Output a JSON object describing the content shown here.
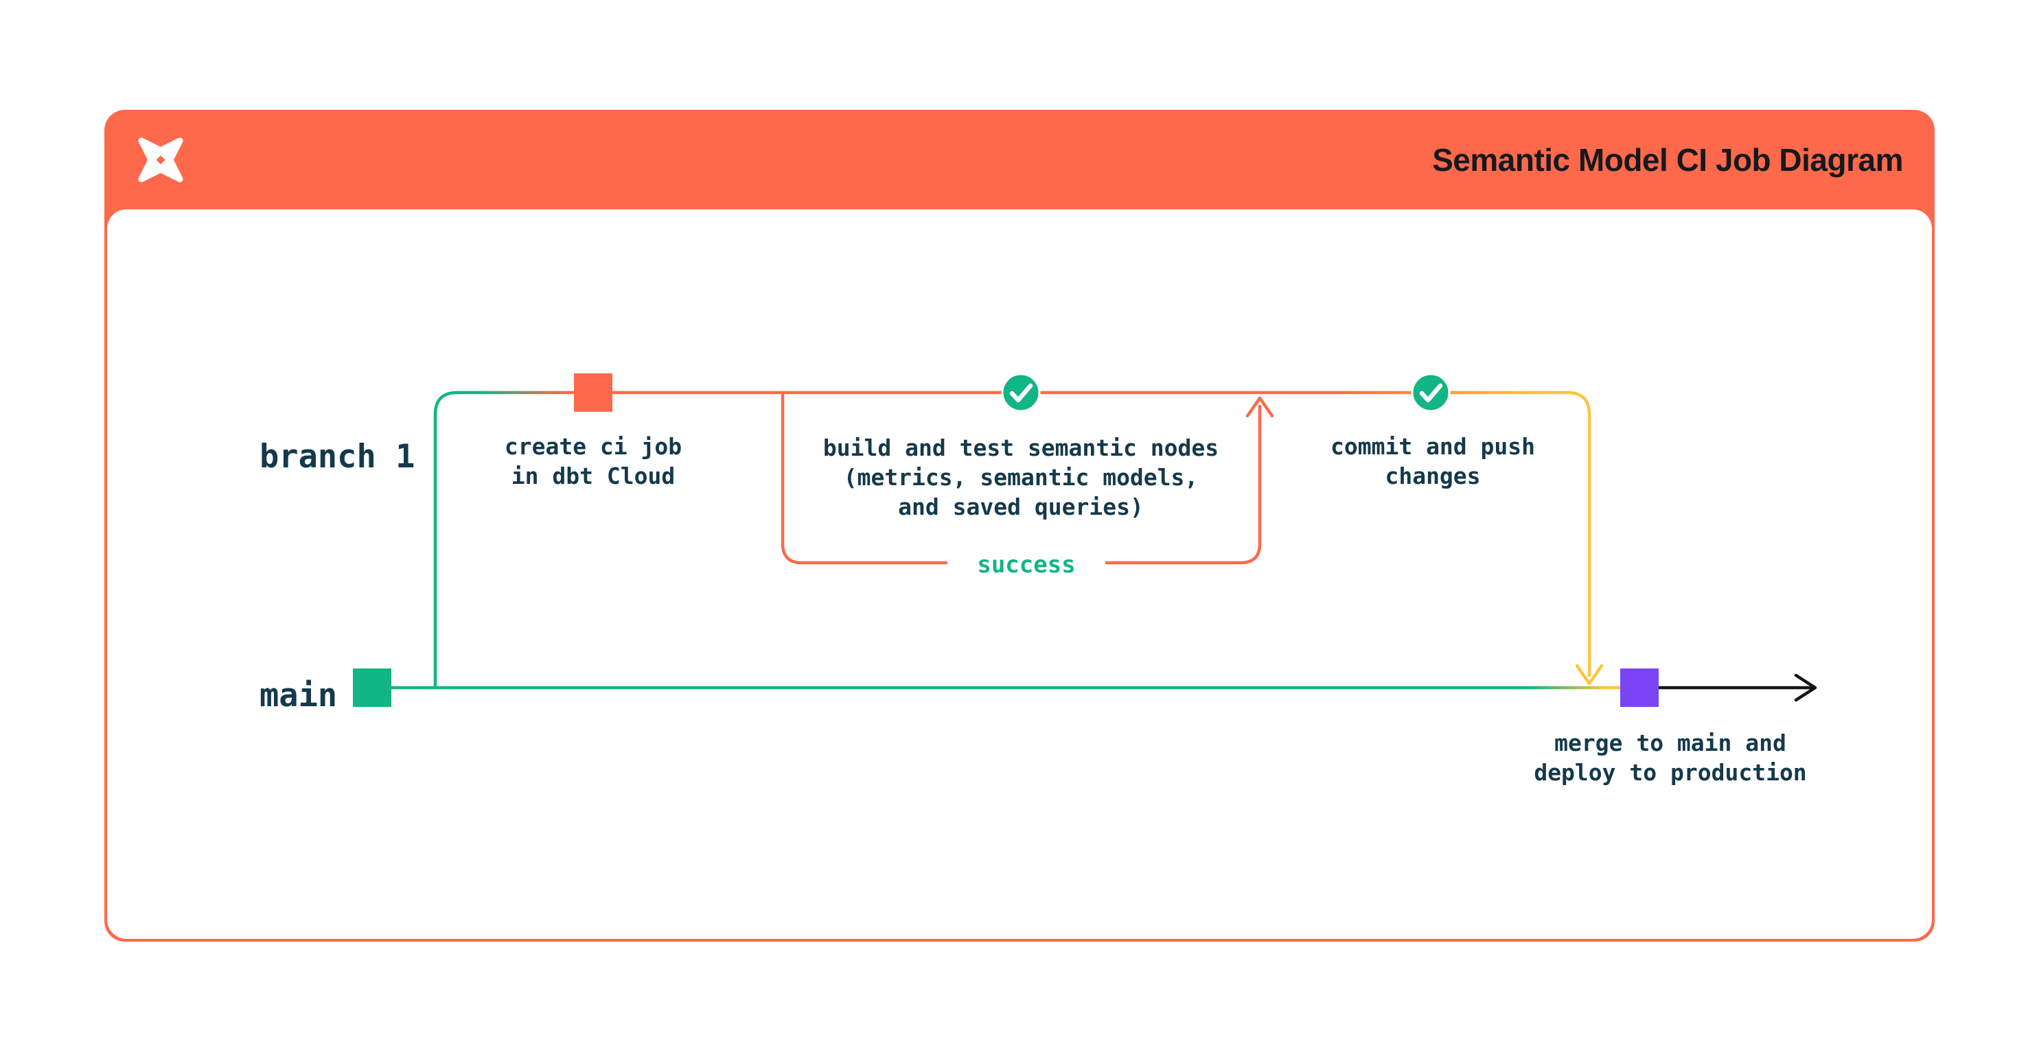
{
  "header": {
    "title": "Semantic Model CI Job Diagram",
    "logo": "dbt-logo"
  },
  "colors": {
    "orange": "#FF694B",
    "green": "#12B584",
    "yellow": "#FFC53D",
    "purple": "#7B44F4",
    "ink": "#14394B",
    "title": "#15191E",
    "line-black": "#151515",
    "card-bg": "#FFFFFF"
  },
  "diagram": {
    "branch_label": "branch 1",
    "main_label": "main",
    "steps": {
      "create_ci_job": "create ci job\nin dbt Cloud",
      "build_and_test": "build and test semantic nodes\n(metrics, semantic models,\nand saved queries)",
      "loop_label": "success",
      "commit_and_push": "commit and push\nchanges",
      "merge_and_deploy": "merge to main and\ndeploy to production"
    }
  }
}
